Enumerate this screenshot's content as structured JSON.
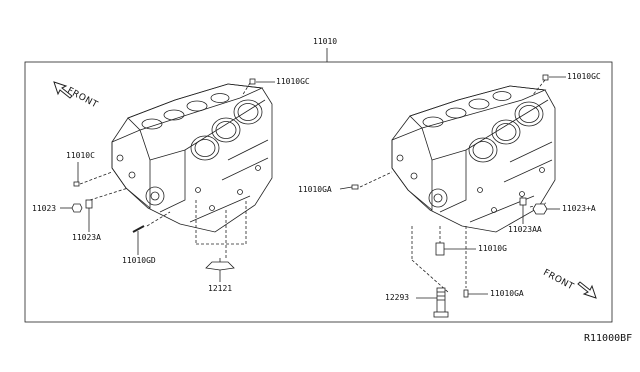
{
  "labels": {
    "main": "11010",
    "gc_left": "11010GC",
    "gc_right": "11010GC",
    "c": "11010C",
    "p11023": "11023",
    "p11023a": "11023A",
    "gd": "11010GD",
    "p12121": "12121",
    "ga_left": "11010GA",
    "p11023plus": "11023+A",
    "aa": "11023AA",
    "g": "11010G",
    "p12293": "12293",
    "ga_bottom": "11010GA",
    "footer_code": "R11000BF"
  },
  "front_left": "FRONT",
  "front_right": "FRONT"
}
